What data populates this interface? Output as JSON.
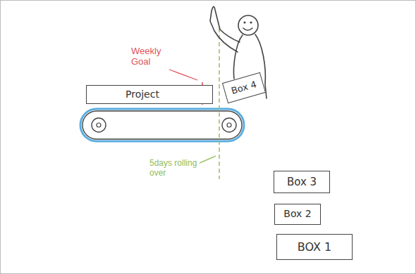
{
  "diagram": {
    "nodes": [
      {
        "text": [
          "Project"
        ]
      },
      {
        "text": [
          "Box 4"
        ]
      },
      {
        "text": [
          "Box 3"
        ]
      },
      {
        "text": [
          "Box 2"
        ]
      },
      {
        "text": [
          "BOX 1"
        ]
      }
    ],
    "labels": [
      "Weekly Goal",
      "5days rolling over"
    ]
  }
}
